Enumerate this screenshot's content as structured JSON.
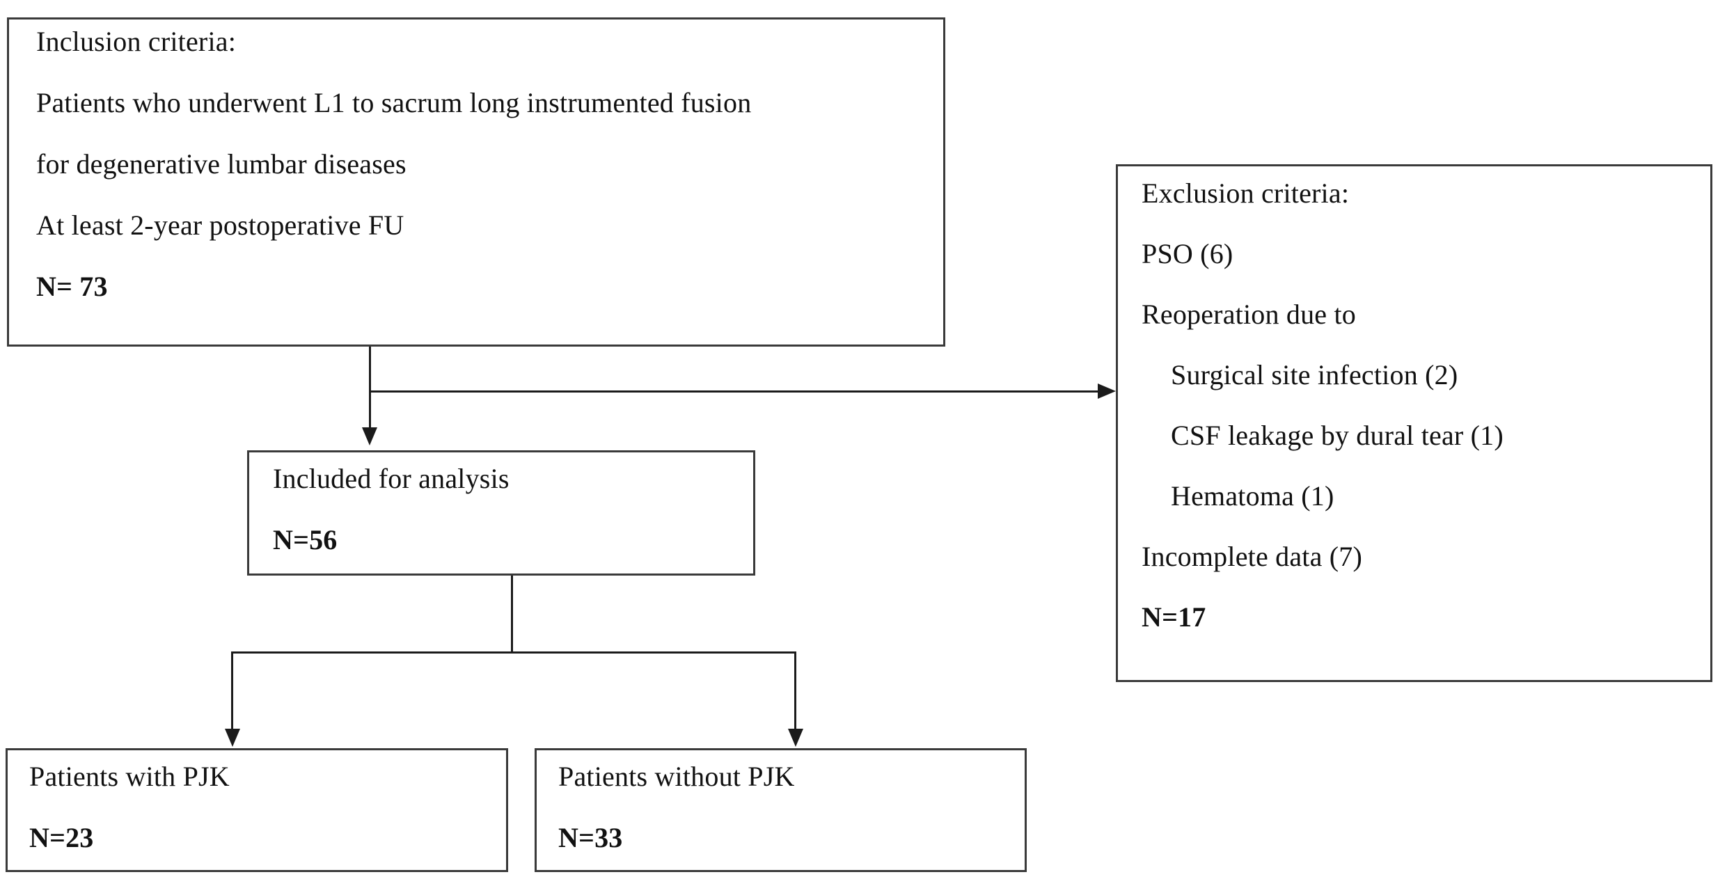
{
  "diagram": {
    "title": "Patient selection flowchart",
    "type": "flowchart",
    "background_color": "#ffffff",
    "line_color": "#1b1b1b",
    "box_border_color": "#3a3a3a",
    "text_color": "#111111"
  },
  "nodes": {
    "inclusion": {
      "name": "inclusion-criteria-box",
      "lines": [
        {
          "text": "Inclusion criteria:",
          "bold": false,
          "indent": false
        },
        {
          "text": "Patients who underwent L1 to sacrum long instrumented fusion",
          "bold": false,
          "indent": false
        },
        {
          "text": "for degenerative lumbar diseases",
          "bold": false,
          "indent": false
        },
        {
          "text": "At least 2-year postoperative FU",
          "bold": false,
          "indent": false
        },
        {
          "text": "N= 73",
          "bold": true,
          "indent": false
        }
      ],
      "count_label": "N= 73",
      "count_value": 73
    },
    "exclusion": {
      "name": "exclusion-criteria-box",
      "lines": [
        {
          "text": "Exclusion criteria:",
          "bold": false,
          "indent": false
        },
        {
          "text": "PSO (6)",
          "bold": false,
          "indent": false
        },
        {
          "text": "Reoperation due to",
          "bold": false,
          "indent": false
        },
        {
          "text": "Surgical site infection (2)",
          "bold": false,
          "indent": true
        },
        {
          "text": "CSF leakage by dural tear (1)",
          "bold": false,
          "indent": true
        },
        {
          "text": "Hematoma (1)",
          "bold": false,
          "indent": true
        },
        {
          "text": "Incomplete data (7)",
          "bold": false,
          "indent": false
        },
        {
          "text": "N=17",
          "bold": true,
          "indent": false
        }
      ],
      "count_label": "N=17",
      "count_value": 17
    },
    "included": {
      "name": "included-for-analysis-box",
      "lines": [
        {
          "text": "Included for analysis",
          "bold": false,
          "indent": false
        },
        {
          "text": "N=56",
          "bold": true,
          "indent": false
        }
      ],
      "count_label": "N=56",
      "count_value": 56
    },
    "with_pjk": {
      "name": "patients-with-pjk-box",
      "lines": [
        {
          "text": "Patients with PJK",
          "bold": false,
          "indent": false
        },
        {
          "text": "N=23",
          "bold": true,
          "indent": false
        }
      ],
      "count_label": "N=23",
      "count_value": 23
    },
    "without_pjk": {
      "name": "patients-without-pjk-box",
      "lines": [
        {
          "text": "Patients without PJK",
          "bold": false,
          "indent": false
        },
        {
          "text": "N=33",
          "bold": true,
          "indent": false
        }
      ],
      "count_label": "N=33",
      "count_value": 33
    }
  },
  "connectors": [
    {
      "name": "inclusion-to-included",
      "from": "inclusion",
      "to": "included",
      "arrow": "down"
    },
    {
      "name": "inclusion-to-exclusion",
      "from": "inclusion",
      "to": "exclusion",
      "arrow": "right"
    },
    {
      "name": "included-to-with-pjk",
      "from": "included",
      "to": "with_pjk",
      "arrow": "down"
    },
    {
      "name": "included-to-without-pjk",
      "from": "included",
      "to": "without_pjk",
      "arrow": "down"
    }
  ]
}
